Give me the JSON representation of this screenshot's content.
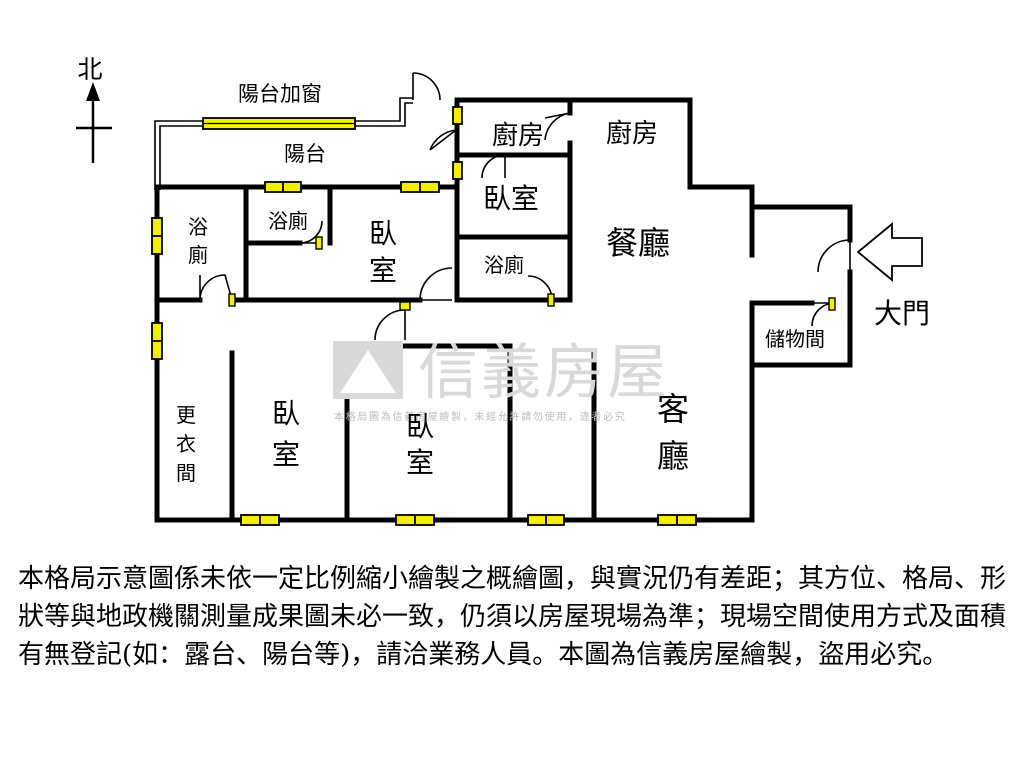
{
  "compass": {
    "north_label": "北"
  },
  "rooms": {
    "balcony_window": "陽台加窗",
    "balcony": "陽台",
    "kitchen_small": "廚房",
    "kitchen": "廚房",
    "bedroom_north": "臥室",
    "bath_west": [
      "浴",
      "廁"
    ],
    "bath_mid": "浴廁",
    "bedroom_mid": [
      "臥",
      "室"
    ],
    "bath_center": "浴廁",
    "dining": "餐廳",
    "storage": "儲物間",
    "closet": [
      "更",
      "衣",
      "間"
    ],
    "bedroom_sw": [
      "臥",
      "室"
    ],
    "bedroom_s": [
      "臥",
      "室"
    ],
    "living": [
      "客",
      "廳"
    ],
    "entrance": "大門"
  },
  "watermark": {
    "brand": "信義房屋",
    "notice": "本格局圖為信義房屋繪製，未經允許請勿使用，違者必究"
  },
  "disclaimer": "本格局示意圖係未依一定比例縮小繪製之概繪圖，與實況仍有差距；其方位、格局、形狀等與地政機關測量成果圖未必一致，仍須以房屋現場為準；現場空間使用方式及面積有無登記(如：露台、陽台等)，請洽業務人員。本圖為信義房屋繪製，盜用必究。",
  "colors": {
    "wall": "#000000",
    "window": "#f2f000",
    "watermark": "#d9d9d9"
  }
}
